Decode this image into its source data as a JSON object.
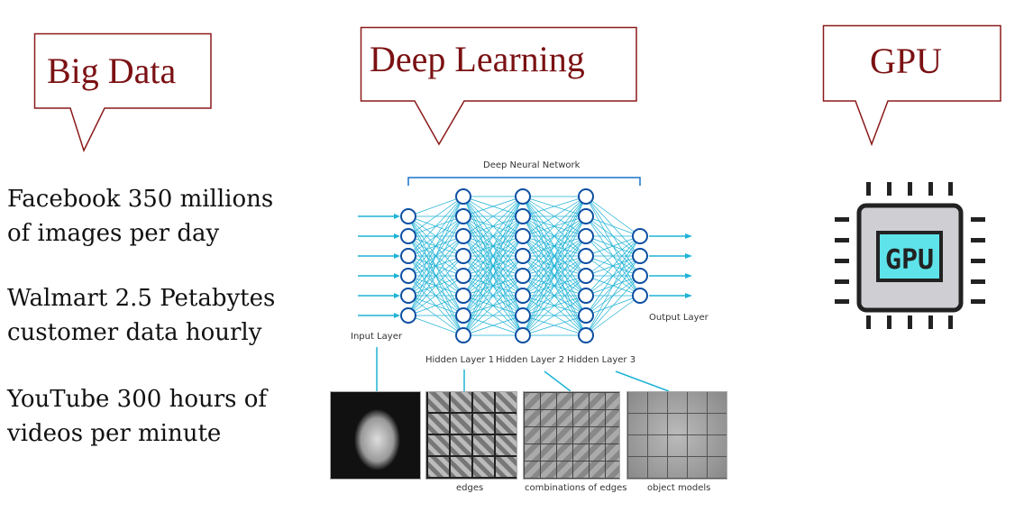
{
  "callouts": {
    "big_data": "Big Data",
    "deep_learning": "Deep Learning",
    "gpu": "GPU"
  },
  "big_data_facts": [
    {
      "line1": "Facebook 350 millions",
      "line2": "of images per day"
    },
    {
      "line1": "Walmart 2.5 Petabytes",
      "line2": "customer data hourly"
    },
    {
      "line1": "YouTube 300 hours of",
      "line2": "videos per minute"
    }
  ],
  "network": {
    "title": "Deep Neural Network",
    "input": "Input Layer",
    "hidden1": "Hidden Layer 1",
    "hidden2": "Hidden Layer 2",
    "hidden3": "Hidden Layer 3",
    "output": "Output Layer",
    "layers": [
      6,
      8,
      8,
      8,
      4
    ]
  },
  "features": {
    "edges": "edges",
    "combos": "combinations of edges",
    "objects": "object models"
  },
  "gpu_chip": {
    "label": "GPU"
  },
  "colors": {
    "accent": "#7b1113",
    "network": "#1fb3d6",
    "node": "#0d4fa3",
    "chip_screen": "#5ee3ea"
  }
}
